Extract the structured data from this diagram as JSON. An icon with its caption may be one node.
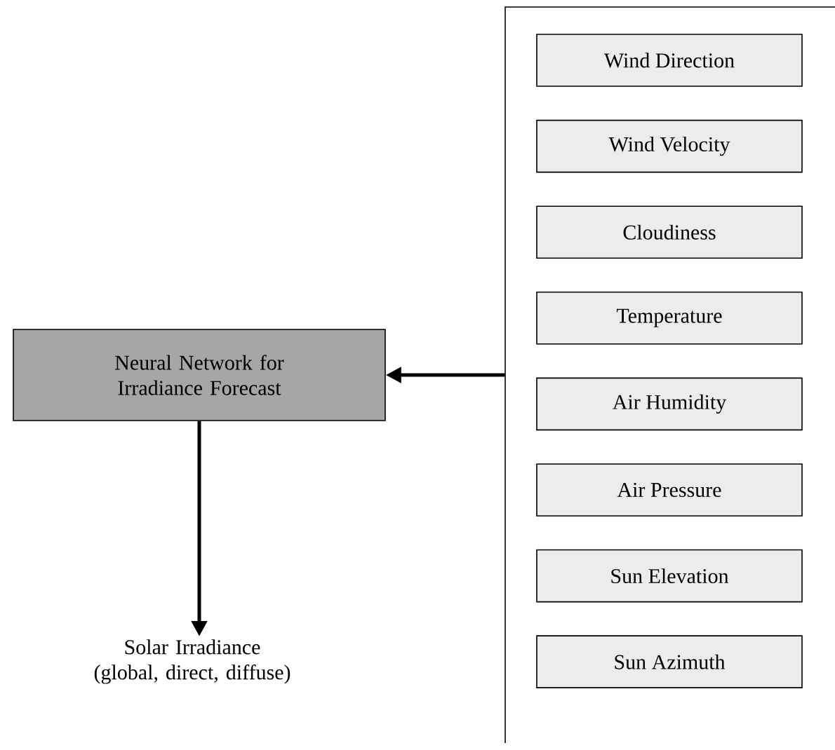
{
  "diagram": {
    "nodes": [
      {
        "text": [],
        "shape": "box"
      },
      {
        "text": [
          "Wind Direction"
        ],
        "in": 0
      },
      {
        "text": [
          "Wind Velocity"
        ],
        "in": 0
      },
      {
        "text": [
          "Cloudiness"
        ],
        "in": 0
      },
      {
        "text": [
          "Temperature"
        ],
        "in": 0
      },
      {
        "text": [
          "Air Humidity"
        ],
        "in": 0
      },
      {
        "text": [
          "Air Pressure"
        ],
        "in": 0
      },
      {
        "text": [
          "Sun Elevation"
        ],
        "in": 0
      },
      {
        "text": [
          "Sun Azimuth"
        ],
        "in": 0
      },
      {
        "text": [
          "Neural Network for Irradiance Forecast"
        ]
      },
      {
        "text": [
          "Solar Irradiance (global, direct, diffuse)"
        ]
      }
    ],
    "edges": [
      {
        "from": 0,
        "to": 9,
        "arrow": "to"
      },
      {
        "from": 9,
        "to": 10,
        "arrow": "to"
      }
    ]
  }
}
